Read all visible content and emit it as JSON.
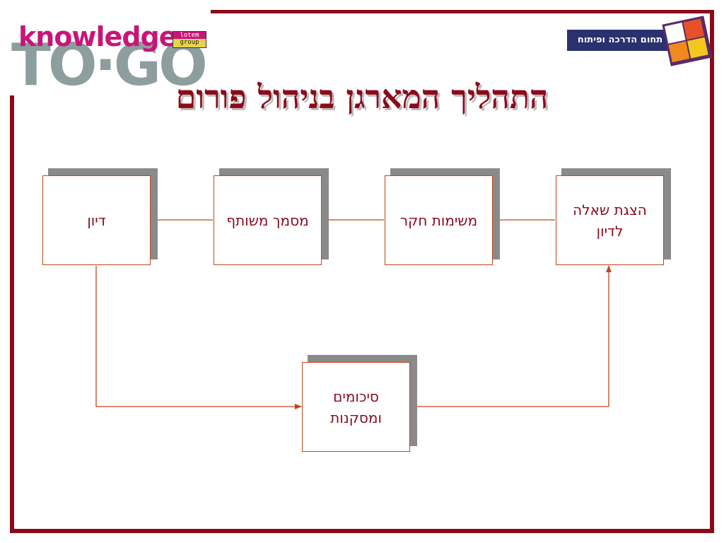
{
  "title": "התהליך המארגן בניהול פורום",
  "logos": {
    "left": {
      "line1": "knowledge",
      "line2": "TO·GO",
      "badge_top": "lotem",
      "badge_bottom": "group"
    },
    "right": {
      "text": "תחום הדרכה ופיתוח"
    }
  },
  "nodes": [
    {
      "id": "present-question",
      "lines": [
        "הצגת שאלה",
        "לדיון"
      ]
    },
    {
      "id": "research-tasks",
      "lines": [
        "משימות חקר"
      ]
    },
    {
      "id": "shared-document",
      "lines": [
        "מסמך משותף"
      ]
    },
    {
      "id": "discussion",
      "lines": [
        "דיון"
      ]
    },
    {
      "id": "summaries",
      "lines": [
        "סיכומים",
        "ומסקנות"
      ]
    }
  ],
  "edges": [
    {
      "from": "present-question",
      "to": "research-tasks"
    },
    {
      "from": "research-tasks",
      "to": "shared-document"
    },
    {
      "from": "shared-document",
      "to": "discussion"
    },
    {
      "from": "discussion",
      "to": "summaries"
    },
    {
      "from": "summaries",
      "to": "present-question"
    }
  ],
  "colors": {
    "frame": "#8b0a1a",
    "box_border": "#c0461a",
    "arrow": "#c0461a",
    "text": "#8b0a1a",
    "shadow": "#8a8a8a"
  }
}
